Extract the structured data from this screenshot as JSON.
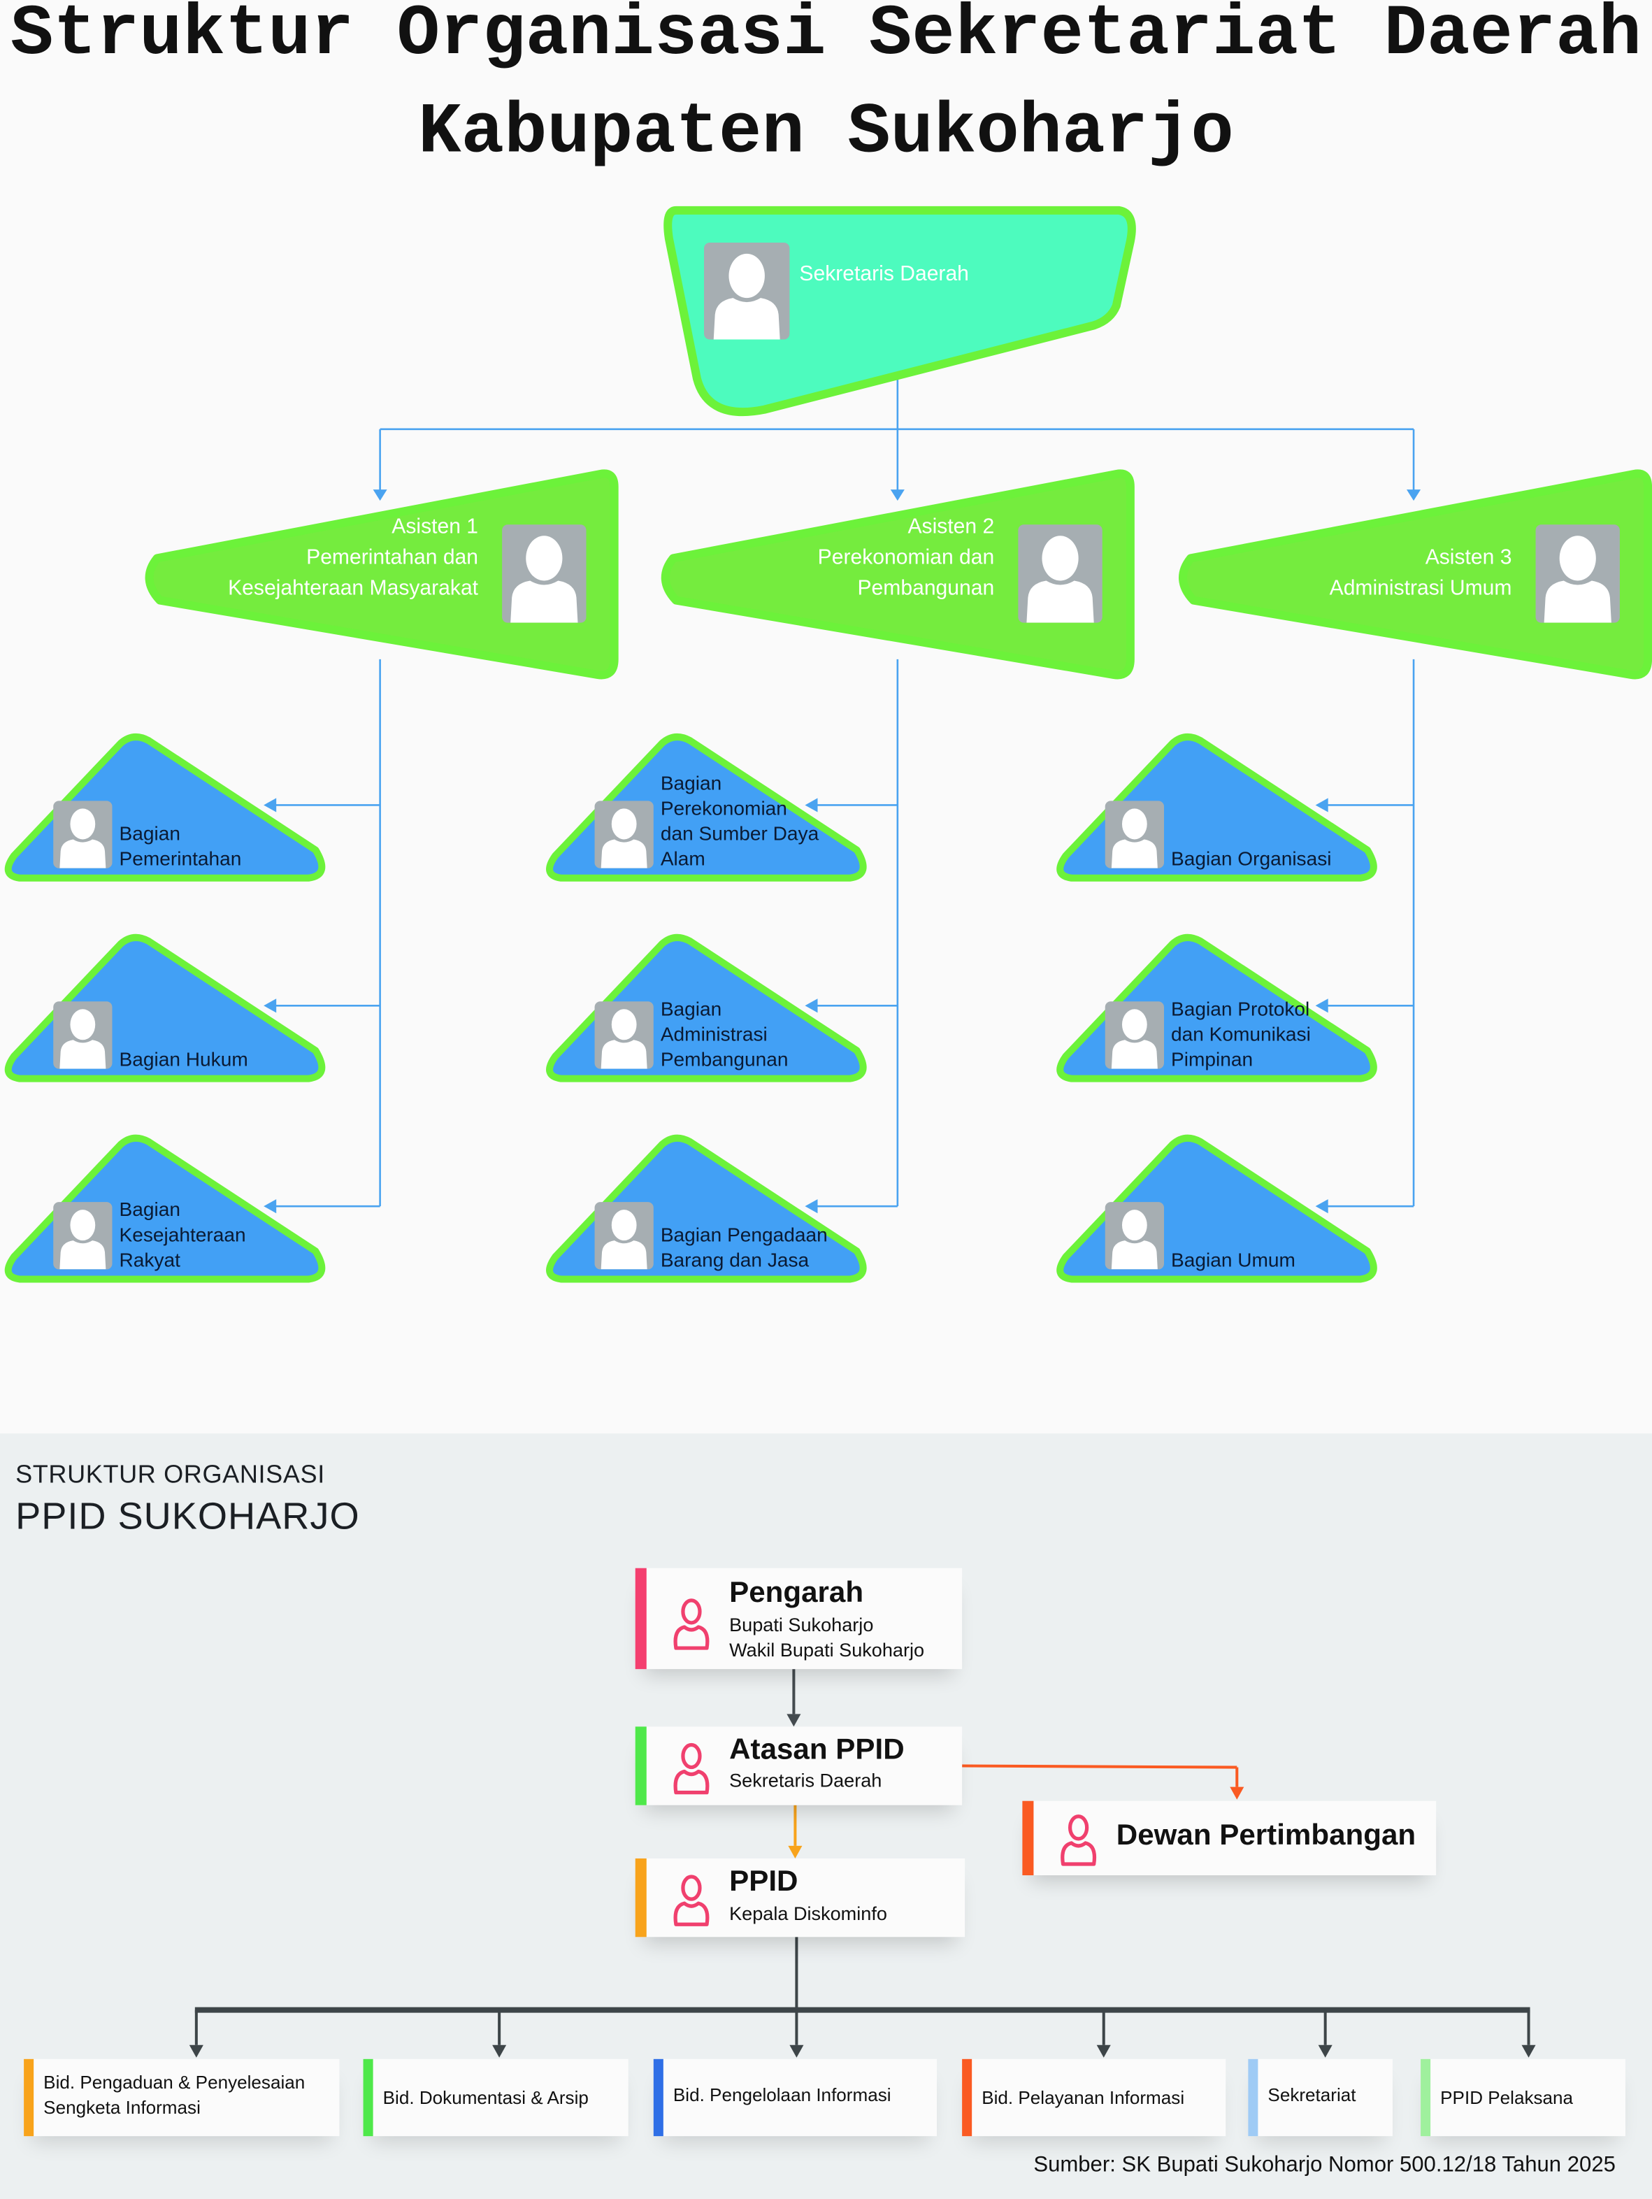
{
  "title": {
    "line1": "Struktur Organisasi Sekretariat Daerah",
    "line2": "Kabupaten Sukoharjo"
  },
  "colors": {
    "sekda_fill": "#4dfbbe",
    "asisten_fill": "#75ec3e",
    "bagian_fill": "#42a0f5",
    "outline": "#6cf23a",
    "connector": "#4aa3f0"
  },
  "sekda": {
    "label": "Sekretaris Daerah"
  },
  "asisten": [
    {
      "lines": [
        "Asisten 1",
        "Pemerintahan dan",
        "Kesejahteraan Masyarakat"
      ]
    },
    {
      "lines": [
        "Asisten 2",
        "Perekonomian dan",
        "Pembangunan"
      ]
    },
    {
      "lines": [
        "Asisten 3",
        "Administrasi Umum"
      ]
    }
  ],
  "bagian": [
    [
      {
        "lines": [
          "Bagian",
          "Pemerintahan"
        ]
      },
      {
        "lines": [
          "Bagian Hukum"
        ]
      },
      {
        "lines": [
          "Bagian",
          "Kesejahteraan",
          "Rakyat"
        ]
      }
    ],
    [
      {
        "lines": [
          "Bagian",
          "Perekonomian",
          "dan Sumber Daya",
          "Alam"
        ]
      },
      {
        "lines": [
          "Bagian",
          "Administrasi",
          "Pembangunan"
        ]
      },
      {
        "lines": [
          "Bagian Pengadaan",
          "Barang dan Jasa"
        ]
      }
    ],
    [
      {
        "lines": [
          "Bagian Organisasi"
        ]
      },
      {
        "lines": [
          "Bagian Protokol",
          "dan Komunikasi",
          "Pimpinan"
        ]
      },
      {
        "lines": [
          "Bagian Umum"
        ]
      }
    ]
  ],
  "ppid": {
    "heading_small": "STRUKTUR ORGANISASI",
    "heading_big": "PPID SUKOHARJO",
    "pengarah": {
      "title": "Pengarah",
      "sub": [
        "Bupati Sukoharjo",
        "Wakil Bupati Sukoharjo"
      ],
      "color": "#f43f6f"
    },
    "atasan": {
      "title": "Atasan PPID",
      "sub": [
        "Sekretaris Daerah"
      ],
      "color": "#4fe84a"
    },
    "ppid": {
      "title": "PPID",
      "sub": [
        "Kepala Diskominfo"
      ],
      "color": "#f8a31b"
    },
    "dewan": {
      "title": "Dewan Pertimbangan",
      "color": "#fa5a22"
    },
    "bidang": [
      {
        "lines": [
          "Bid. Pengaduan & Penyelesaian",
          "Sengketa Informasi"
        ],
        "color": "#f8a31b"
      },
      {
        "lines": [
          "Bid. Dokumentasi & Arsip"
        ],
        "color": "#4fe84a"
      },
      {
        "lines": [
          "Bid. Pengelolaan Informasi"
        ],
        "color": "#2f6fe6"
      },
      {
        "lines": [
          "Bid. Pelayanan Informasi"
        ],
        "color": "#fa5a22"
      },
      {
        "lines": [
          "Sekretariat"
        ],
        "color": "#9fcbf5"
      },
      {
        "lines": [
          "PPID Pelaksana"
        ],
        "color": "#9ff09d"
      }
    ],
    "source": "Sumber: SK Bupati Sukoharjo Nomor 500.12/18 Tahun 2025"
  }
}
